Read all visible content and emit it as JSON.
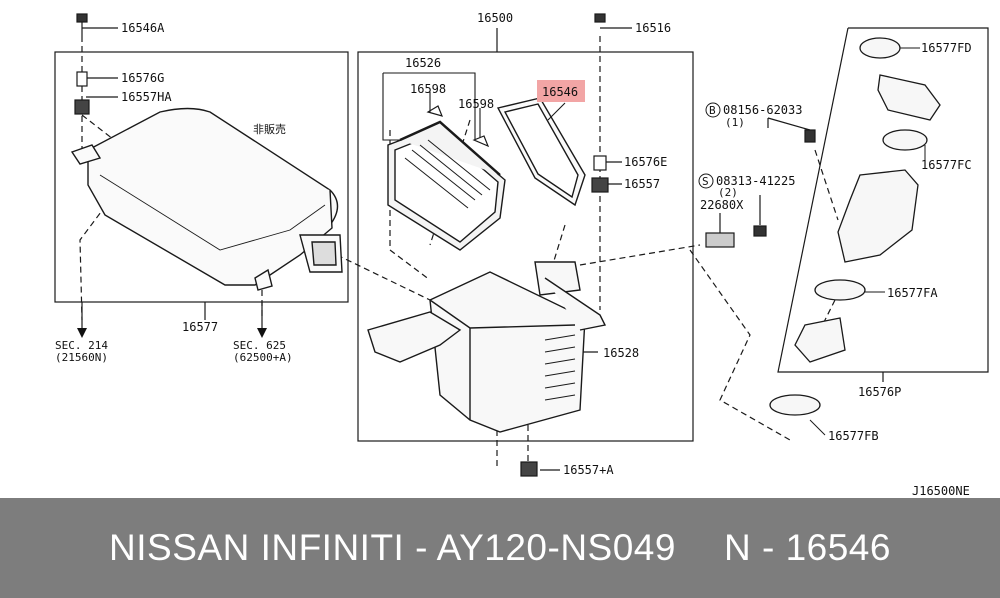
{
  "diagram": {
    "parts": {
      "p16546A": "16546A",
      "p16576G": "16576G",
      "p16557HA": "16557HA",
      "note_jp": "非販売",
      "p16500": "16500",
      "p16516": "16516",
      "p16526": "16526",
      "p16598a": "16598",
      "p16598b": "16598",
      "p16546": "16546",
      "p16576E": "16576E",
      "p16557": "16557",
      "p16528": "16528",
      "p16557A": "16557+A",
      "p16577": "16577",
      "sec214": "SEC. 214",
      "sec214ref": "(21560N)",
      "sec625": "SEC. 625",
      "sec625ref": "(62500+A)",
      "b08156": "08156-62033",
      "b08156qty": "(1)",
      "s08313": "08313-41225",
      "s08313qty": "(2)",
      "p22680X": "22680X",
      "p16577FD": "16577FD",
      "p16577FC": "16577FC",
      "p16577FA": "16577FA",
      "p16576P": "16576P",
      "p16577FB": "16577FB",
      "code": "J16500NE",
      "b_symbol": "B",
      "s_symbol": "S"
    },
    "colors": {
      "highlight": "#f2a5a5",
      "line": "#1a1a1a"
    }
  },
  "banner": {
    "brand": "NISSAN INFINITI - AY120-NS049",
    "part": "N - 16546"
  }
}
